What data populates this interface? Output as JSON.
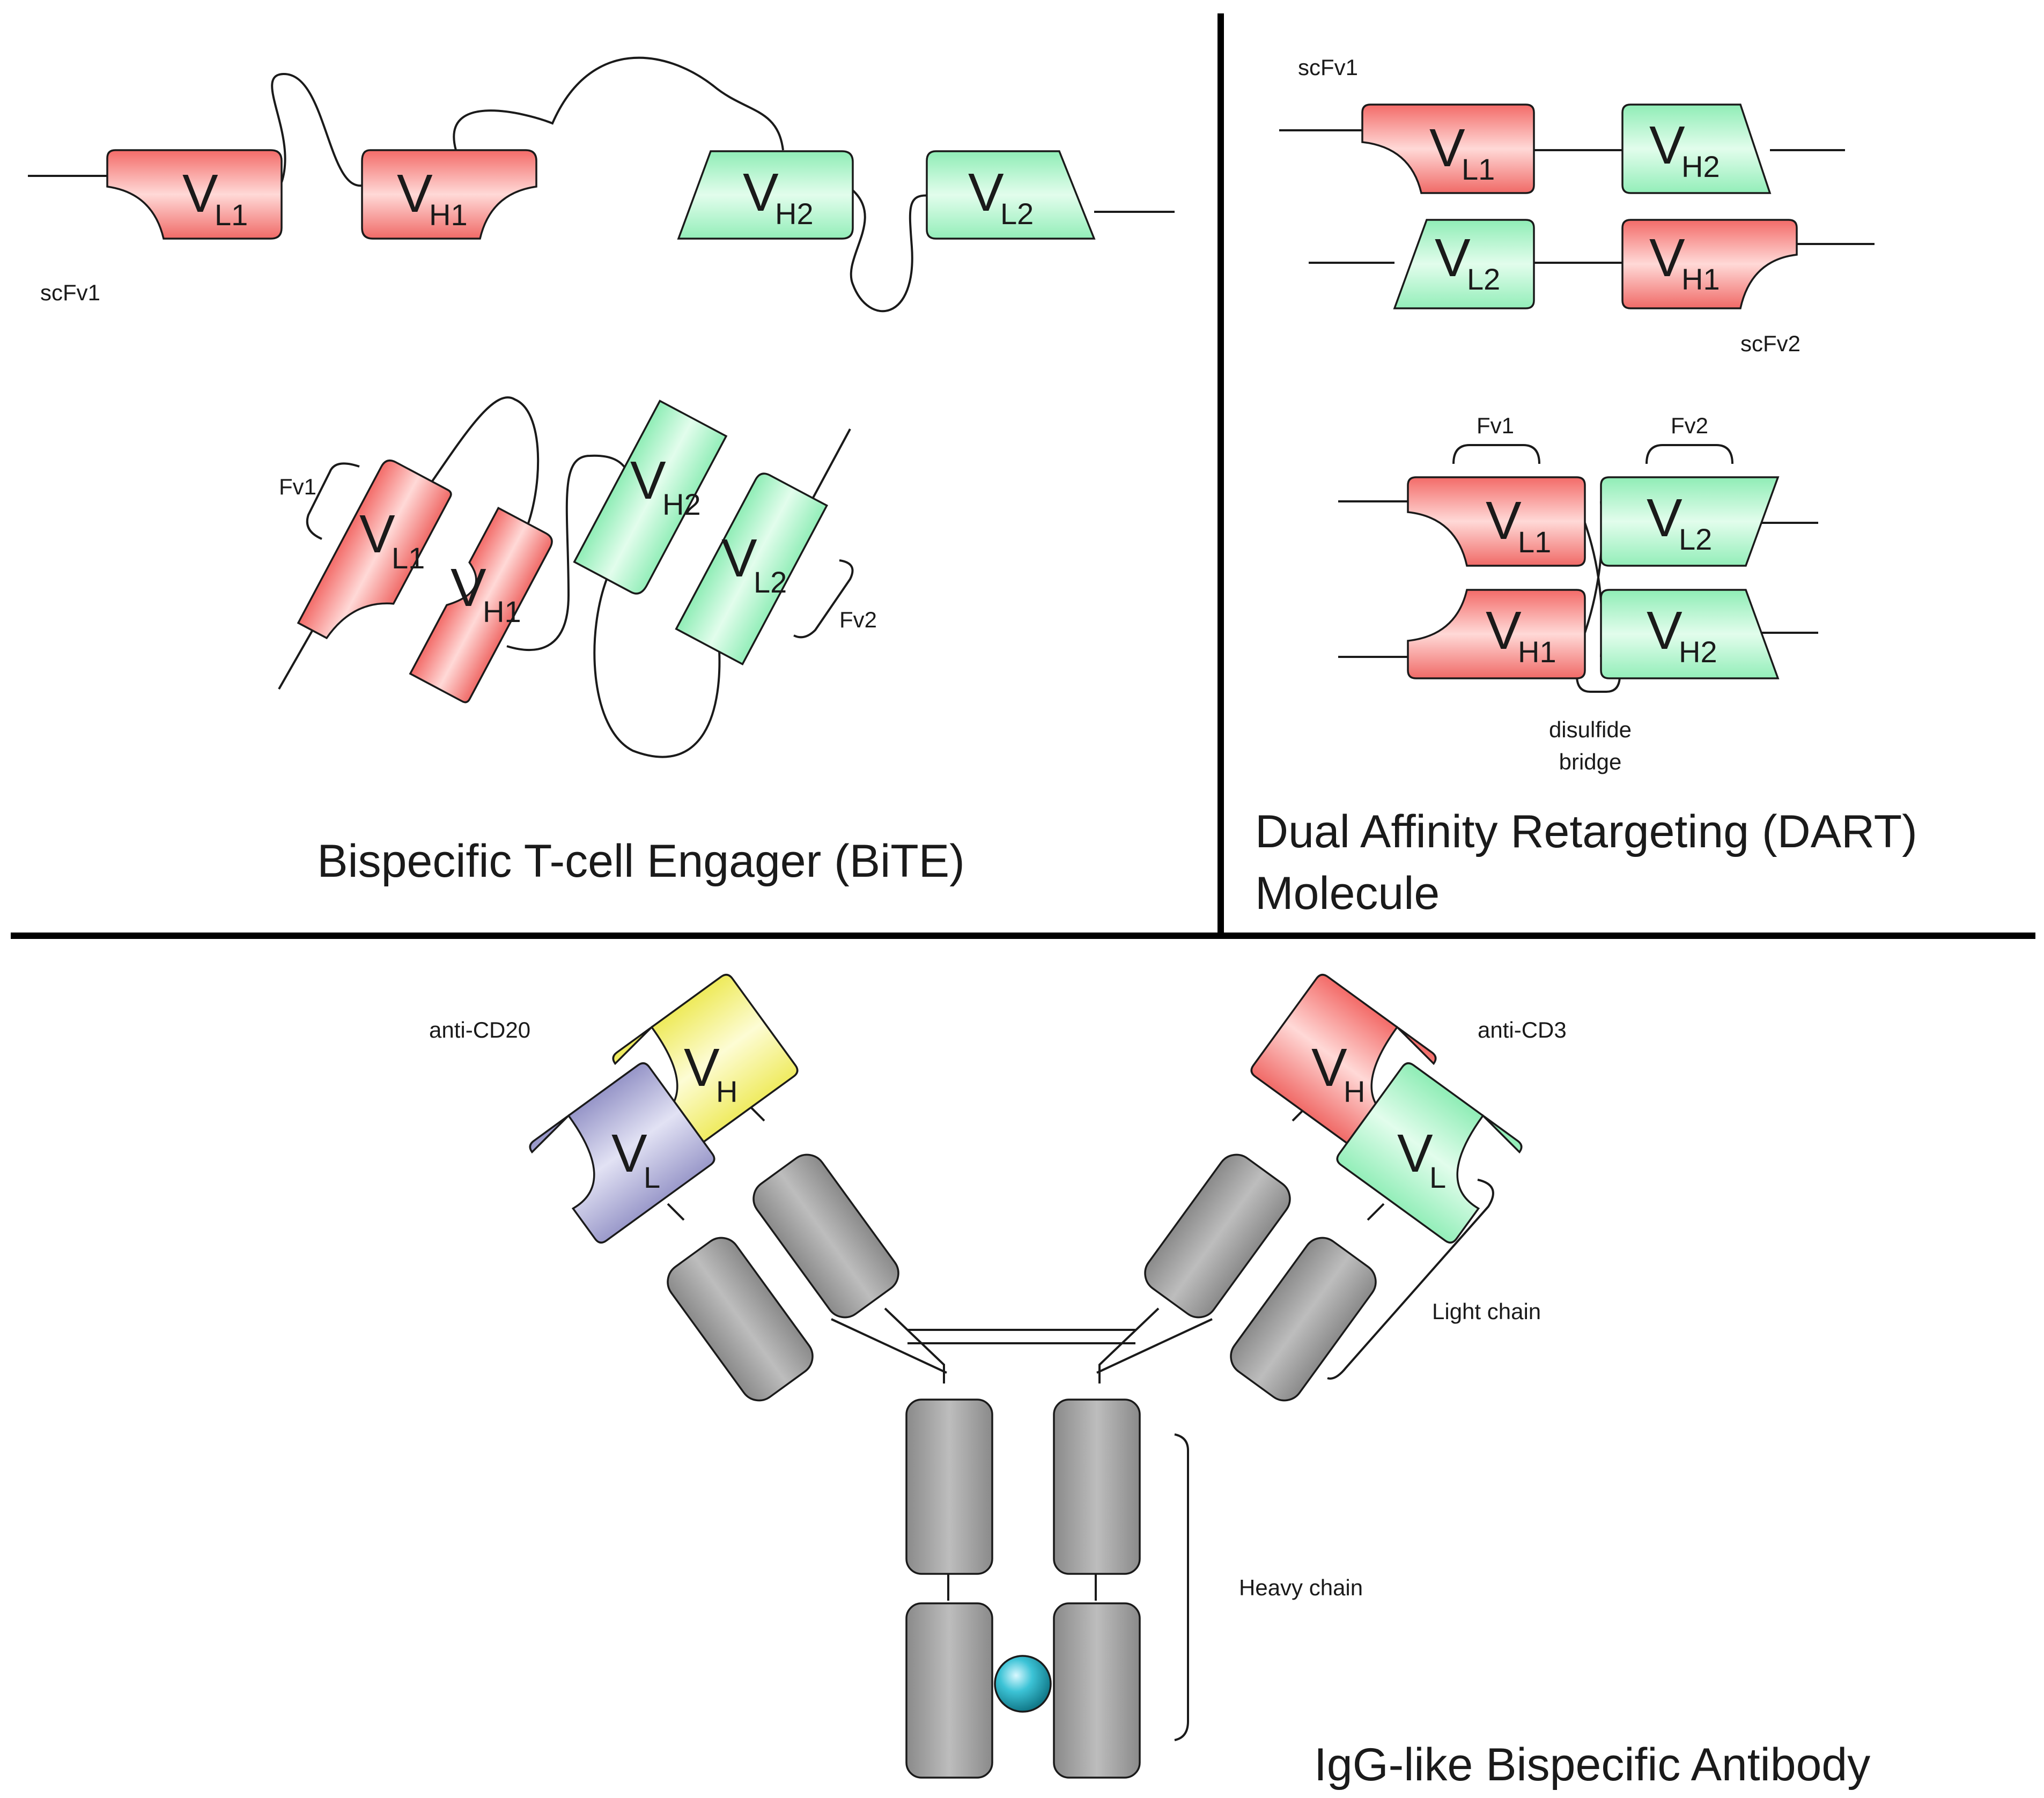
{
  "colors": {
    "red": "#f06a67",
    "green": "#98f0bd",
    "yellow": "#f2ef6a",
    "purple": "#9c9bcc",
    "grey": "#9e9e9e",
    "disulfide_ball": "#2bb7c9",
    "divider": "#000000"
  },
  "domain_names": {
    "bite_vl1": {
      "main": "V",
      "sub": "L1"
    },
    "bite_vh1": {
      "main": "V",
      "sub": "H1"
    },
    "bite_vh2": {
      "main": "V",
      "sub": "H2"
    },
    "bite_vl2": {
      "main": "V",
      "sub": "L2"
    },
    "dart_vl1": {
      "main": "V",
      "sub": "L1"
    },
    "dart_vh2": {
      "main": "V",
      "sub": "H2"
    },
    "dart_vl2": {
      "main": "V",
      "sub": "L2"
    },
    "dart_vh1": {
      "main": "V",
      "sub": "H1"
    },
    "igg_vh_left": {
      "main": "V",
      "sub": "H"
    },
    "igg_vl_left": {
      "main": "V",
      "sub": "L"
    },
    "igg_vh_right": {
      "main": "V",
      "sub": "H"
    },
    "igg_vl_right": {
      "main": "V",
      "sub": "L"
    }
  },
  "bite": {
    "title": "Bispecific T-cell Engager (BiTE)",
    "scfv_label": "scFv1",
    "fv1_label": "Fv1",
    "fv2_label": "Fv2"
  },
  "dart": {
    "title_line1": "Dual Affinity Retargeting (DART)",
    "title_line2": "Molecule",
    "scfv1_label": "scFv1",
    "scfv2_label": "scFv2",
    "fv1_label": "Fv1",
    "fv2_label": "Fv2",
    "disulfide_line1": "disulfide",
    "disulfide_line2": "bridge"
  },
  "igg": {
    "title": "IgG-like Bispecific Antibody",
    "anti_cd20": "anti-CD20",
    "anti_cd3": "anti-CD3",
    "light_chain": "Light chain",
    "heavy_chain": "Heavy chain"
  }
}
